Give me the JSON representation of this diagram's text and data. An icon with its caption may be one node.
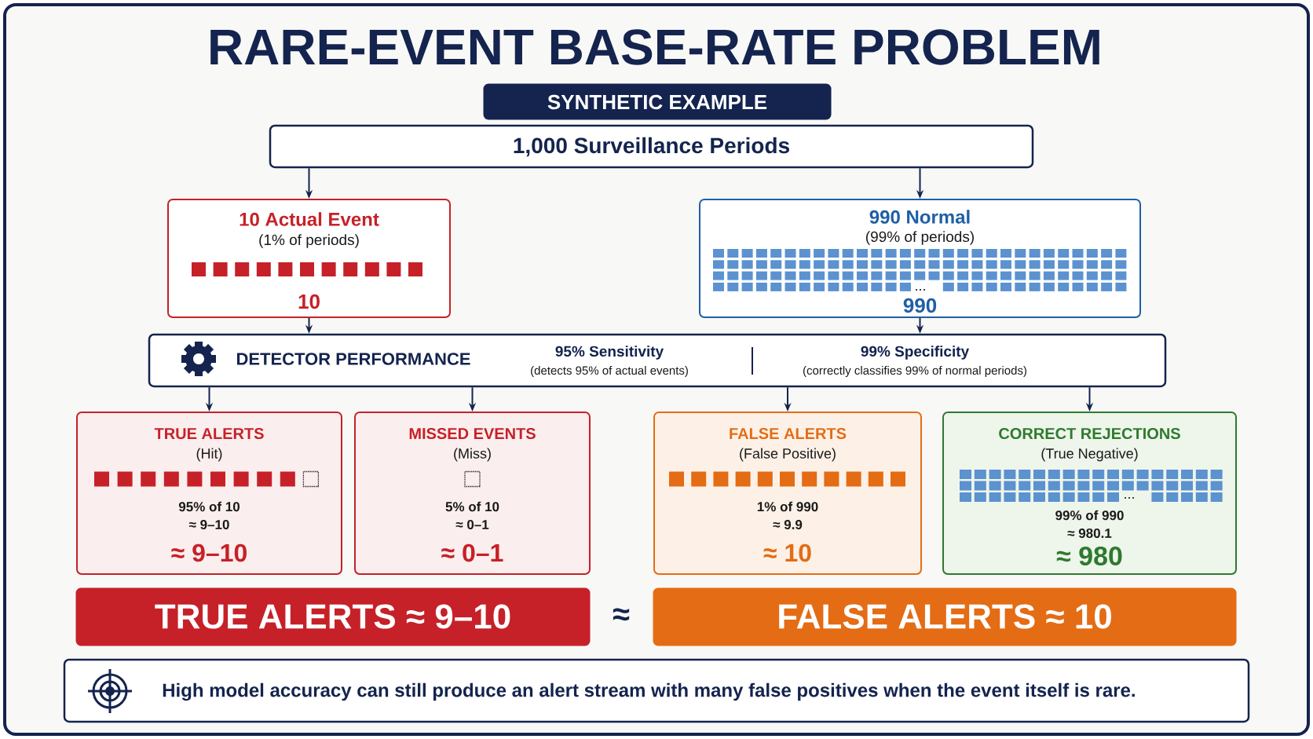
{
  "diagram": {
    "title": "RARE-EVENT BASE-RATE PROBLEM",
    "nodes": [
      {
        "text": [
          "SYNTHETIC EXAMPLE"
        ]
      },
      {
        "text": [
          "1,000 Surveillance Periods"
        ]
      },
      {
        "text": [
          "10 Actual Event",
          "(1% of periods)",
          "10"
        ]
      },
      {
        "text": [
          "990 Normal",
          "(99% of periods)",
          "990"
        ]
      },
      {
        "text": [
          "DETECTOR PERFORMANCE",
          "95% Sensitivity",
          "(detects 95% of actual events)",
          "99% Specificity",
          "(correctly classifies 99% of normal periods)"
        ]
      },
      {
        "text": [
          "TRUE ALERTS",
          "(Hit)",
          "95% of 10",
          "≈ 9–10",
          "≈ 9–10"
        ]
      },
      {
        "text": [
          "MISSED EVENTS",
          "(Miss)",
          "5% of 10",
          "≈ 0–1",
          "≈ 0–1"
        ]
      },
      {
        "text": [
          "FALSE ALERTS",
          "(False Positive)",
          "1% of 990",
          "≈ 9.9",
          "≈ 10"
        ]
      },
      {
        "text": [
          "CORRECT REJECTIONS",
          "(True Negative)",
          "99% of 990",
          "≈ 980.1",
          "≈ 980"
        ]
      },
      {
        "text": [
          "TRUE ALERTS ≈ 9–10"
        ]
      },
      {
        "text": [
          "FALSE ALERTS ≈ 10"
        ]
      },
      {
        "text": [
          "High model accuracy can still produce an alert stream with many false positives when the event itself is rare."
        ]
      }
    ],
    "edges": [
      {
        "from": 1,
        "to": 2,
        "arrow": "to"
      },
      {
        "from": 1,
        "to": 3,
        "arrow": "to"
      },
      {
        "from": 2,
        "to": 4,
        "arrow": "to"
      },
      {
        "from": 3,
        "to": 4,
        "arrow": "to"
      },
      {
        "from": 4,
        "to": 5,
        "arrow": "to"
      },
      {
        "from": 4,
        "to": 6,
        "arrow": "to"
      },
      {
        "from": 4,
        "to": 7,
        "arrow": "to"
      },
      {
        "from": 4,
        "to": 8,
        "arrow": "to"
      }
    ],
    "labels": [
      "≈"
    ]
  }
}
